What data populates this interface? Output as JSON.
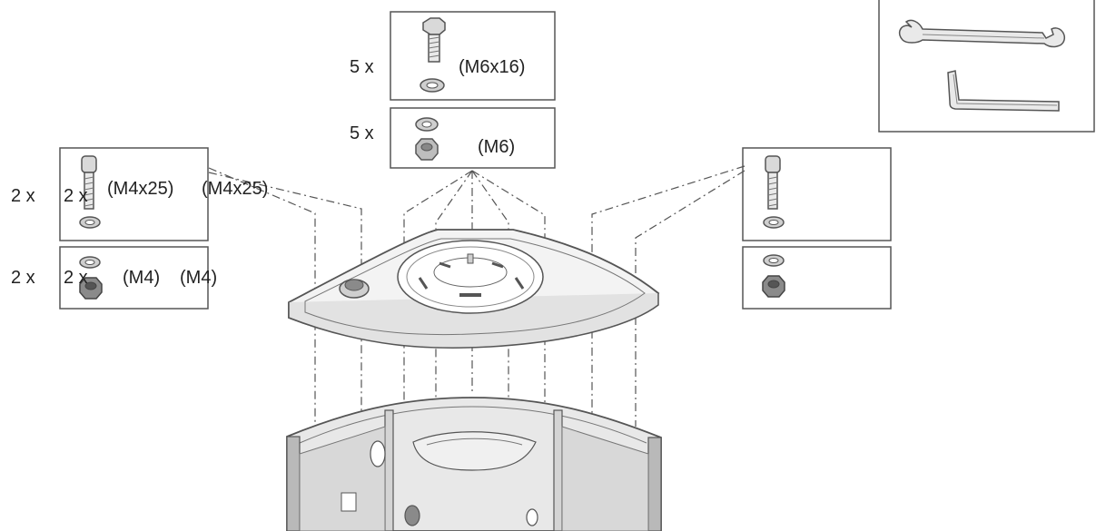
{
  "colors": {
    "line": "#555555",
    "fill_light": "#e9e9e9",
    "fill_mid": "#cfcfcf",
    "fill_dark": "#8a8a8a",
    "text": "#222222"
  },
  "parts": {
    "top_bolt": {
      "qty": "5 x",
      "spec": "(M6x16)"
    },
    "top_nut": {
      "qty": "5 x",
      "spec": "(M6)"
    },
    "left_bolt": {
      "qty": "2 x",
      "qty_overlap": "2 x",
      "spec": "(M4x25)",
      "spec_overlap": "(M4x25)"
    },
    "left_nut": {
      "qty": "2 x",
      "qty_overlap": "2 x",
      "spec": "(M4)",
      "spec_overlap": "(M4)"
    }
  },
  "icons": [
    "bolt-icon",
    "washer-icon",
    "nut-icon",
    "wrench-icon",
    "hex-key-icon"
  ]
}
